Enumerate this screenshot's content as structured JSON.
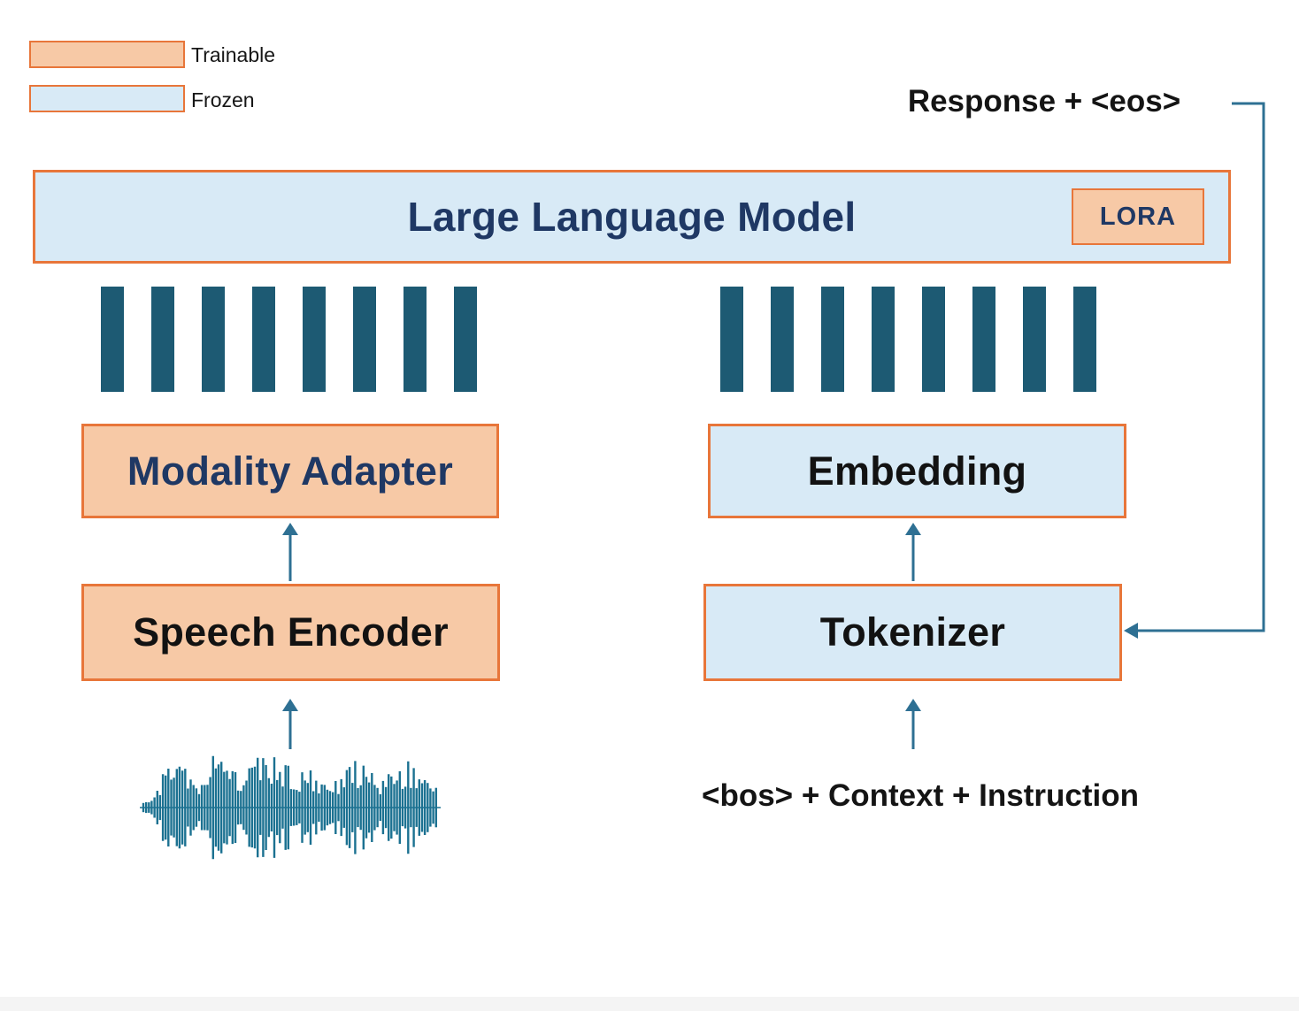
{
  "colors": {
    "trainable_fill": "#f7c9a6",
    "trainable_border": "#e8763a",
    "frozen_fill": "#d8eaf6",
    "token_bar": "#1d5a73",
    "arrow": "#2e7093",
    "navy_text": "#1f3864",
    "waveform": "#1b7191"
  },
  "legend": {
    "trainable": "Trainable",
    "frozen": "Frozen"
  },
  "diagram": {
    "llm": "Large Language Model",
    "lora": "LORA",
    "modality_adapter": "Modality Adapter",
    "speech_encoder": "Speech Encoder",
    "embedding": "Embedding",
    "tokenizer": "Tokenizer",
    "response": "Response + <eos>",
    "input": "<bos> + Context + Instruction"
  },
  "tokens": {
    "left_count": 8,
    "right_count": 8
  }
}
